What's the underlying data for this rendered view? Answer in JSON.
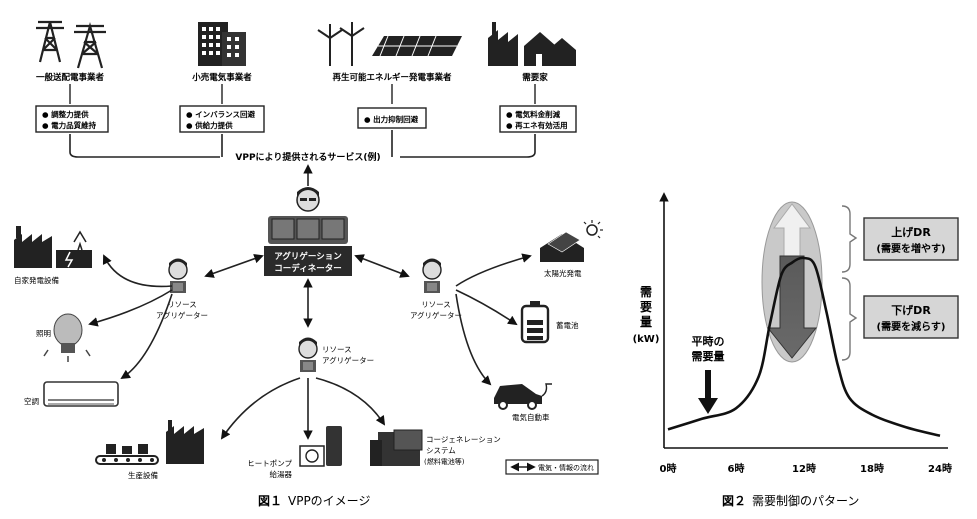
{
  "fig1": {
    "caption_num": "図１",
    "caption_text": "VPPのイメージ",
    "top_entities": [
      {
        "label": "一般送配電事業者",
        "icon": "transmission-tower-icon",
        "services": [
          "調整力提供",
          "電力品質維持"
        ]
      },
      {
        "label": "小売電気事業者",
        "icon": "office-building-icon",
        "services": [
          "インバランス回避",
          "供給力提供"
        ]
      },
      {
        "label": "再生可能エネルギー発電事業者",
        "icon": "wind-solar-icon",
        "services": [
          "出力抑制回避"
        ]
      },
      {
        "label": "需要家",
        "icon": "factory-house-icon",
        "services": [
          "電気料金削減",
          "再エネ有効活用"
        ]
      }
    ],
    "service_bar_label": "VPPにより提供されるサービス(例)",
    "coordinator": [
      "アグリゲーション",
      "コーディネーター"
    ],
    "resource_aggregator": [
      "リソース",
      "アグリゲーター"
    ],
    "left_resources": [
      "自家発電設備",
      "照明",
      "空調"
    ],
    "right_resources": [
      "太陽光発電",
      "蓄電池",
      "電気自動車"
    ],
    "bottom_resources": {
      "production": "生産設備",
      "heatpump": [
        "ヒートポンプ",
        "給湯器"
      ],
      "cogen": [
        "コージェネレーション",
        "システム",
        "(燃料電池等)"
      ]
    },
    "legend": "電気・情報の流れ"
  },
  "fig2": {
    "caption_num": "図２",
    "caption_text": "需要制御のパターン",
    "ylabel": [
      "需",
      "要",
      "量",
      "(kW)"
    ],
    "xticks": [
      "0時",
      "6時",
      "12時",
      "18時",
      "24時"
    ],
    "normal_demand_label": [
      "平時の",
      "需要量"
    ],
    "up_dr": [
      "上げDR",
      "(需要を増やす)"
    ],
    "down_dr": [
      "下げDR",
      "(需要を減らす)"
    ]
  },
  "chart_data": {
    "type": "line",
    "x_unit": "hour",
    "x": [
      0,
      3,
      6,
      8,
      9,
      10,
      11,
      12,
      13,
      14,
      15,
      16,
      18,
      21,
      24
    ],
    "y": [
      0.05,
      0.1,
      0.15,
      0.3,
      0.55,
      0.78,
      0.84,
      0.86,
      0.82,
      0.6,
      0.35,
      0.2,
      0.12,
      0.06,
      0.02
    ],
    "xticks": [
      "0時",
      "6時",
      "12時",
      "18時",
      "24時"
    ],
    "ylabel": "需要量(kW)",
    "xlim": [
      0,
      24
    ],
    "ylim": [
      0,
      1
    ]
  }
}
